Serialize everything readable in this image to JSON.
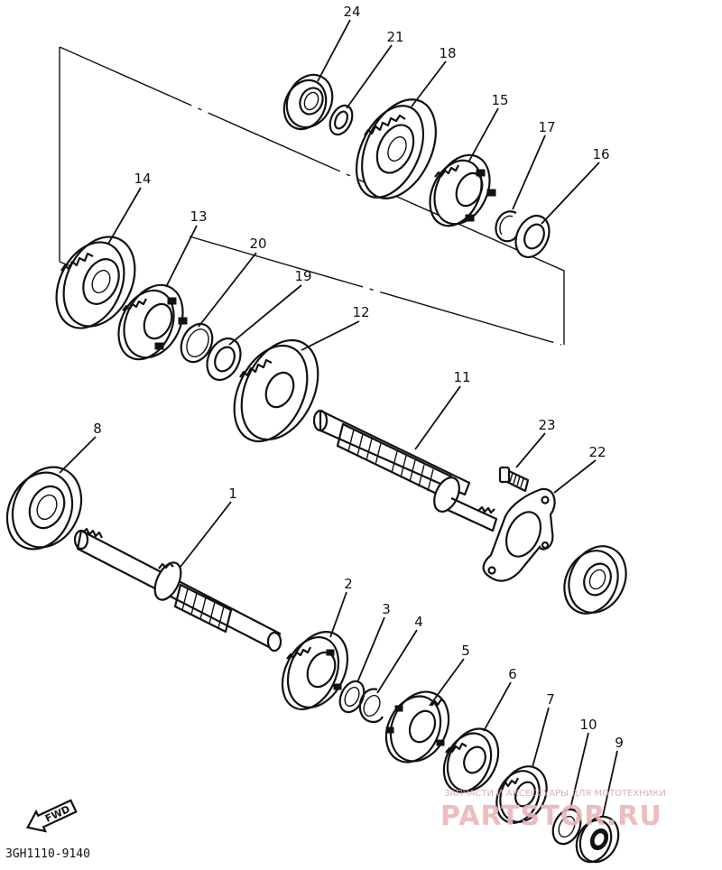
{
  "diagram_code": "3GH1110-9140",
  "fwd_label": "FWD",
  "watermark": {
    "tagline": "ЗАПЧАСТИ И АКСЕССУАРЫ ДЛЯ МОТОТЕХНИКИ",
    "brand": "PARTSTOR.RU"
  },
  "callouts": {
    "c1": "1",
    "c2": "2",
    "c3": "3",
    "c4": "4",
    "c5": "5",
    "c6": "6",
    "c7": "7",
    "c8": "8",
    "c9": "9",
    "c10": "10",
    "c11": "11",
    "c12": "12",
    "c13": "13",
    "c14": "14",
    "c15": "15",
    "c16": "16",
    "c17": "17",
    "c18": "18",
    "c19": "19",
    "c20": "20",
    "c21": "21",
    "c22": "22",
    "c23": "23",
    "c24": "24"
  }
}
